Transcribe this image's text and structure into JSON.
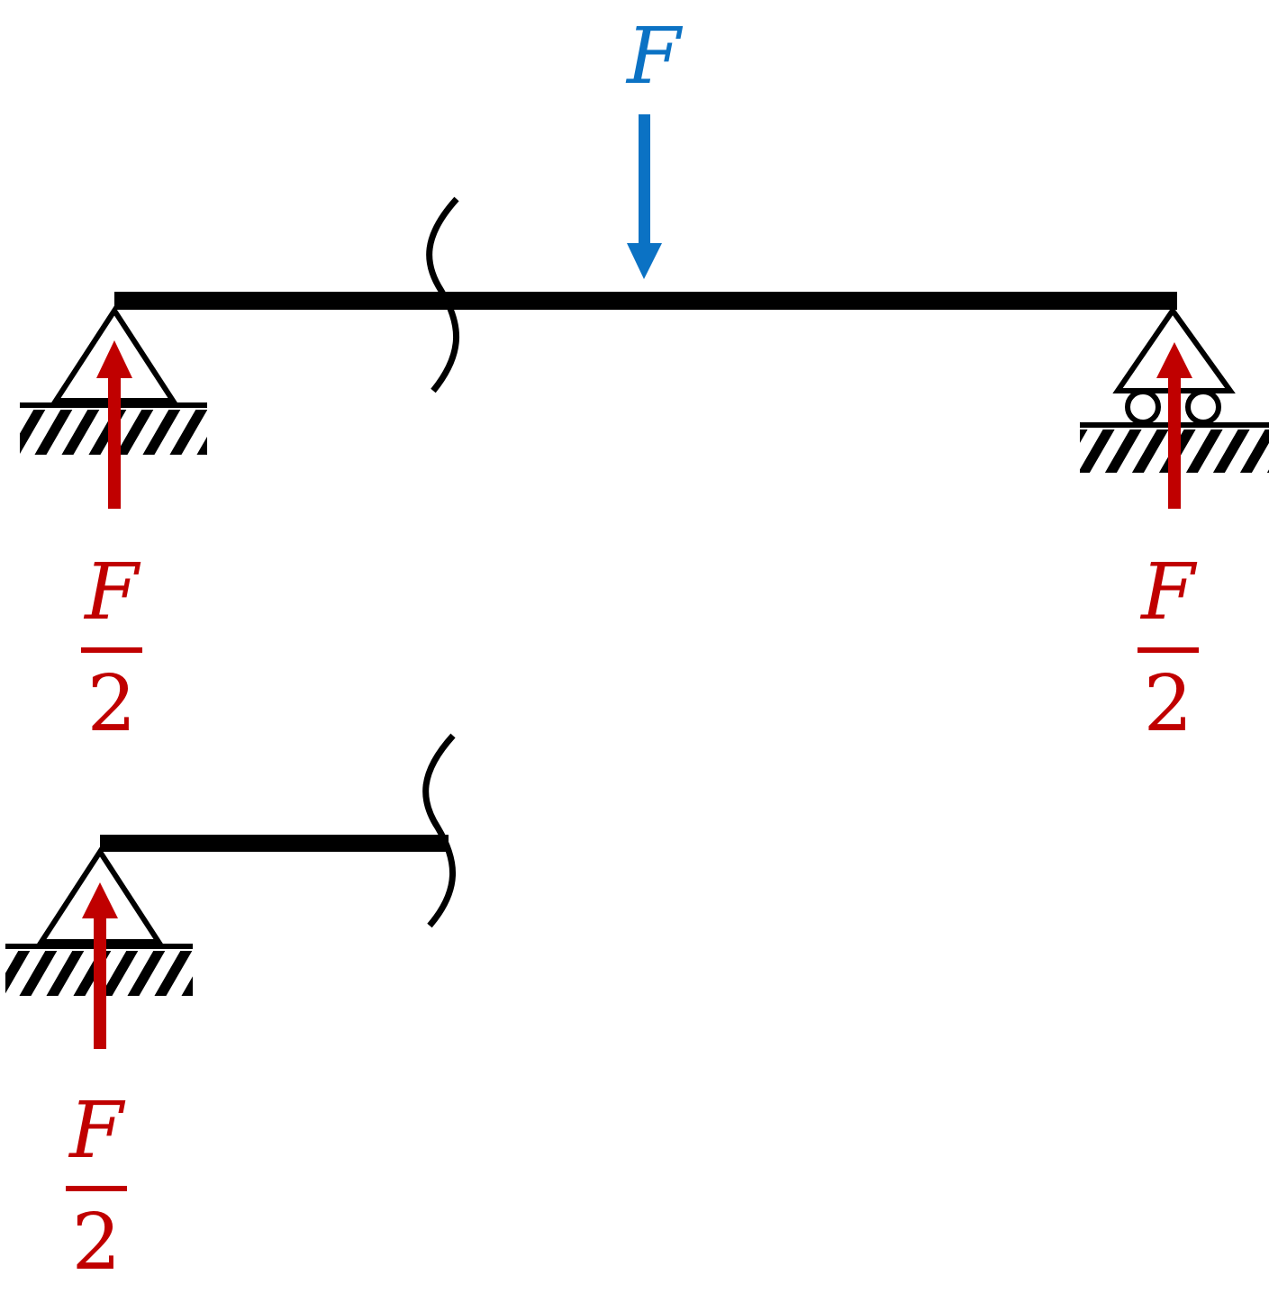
{
  "colors": {
    "beam": "#000000",
    "applied_load": "#0b72c4",
    "reaction": "#c00000"
  },
  "applied_load": {
    "label": "F"
  },
  "reactions": {
    "left_top": {
      "numerator": "F",
      "denominator": "2"
    },
    "right_top": {
      "numerator": "F",
      "denominator": "2"
    },
    "left_bottom": {
      "numerator": "F",
      "denominator": "2"
    }
  },
  "icons": {
    "pin_support": "triangle-support-icon",
    "roller_support": "roller-support-icon",
    "ground": "hatched-ground-icon",
    "section_cut": "section-cut-icon"
  }
}
